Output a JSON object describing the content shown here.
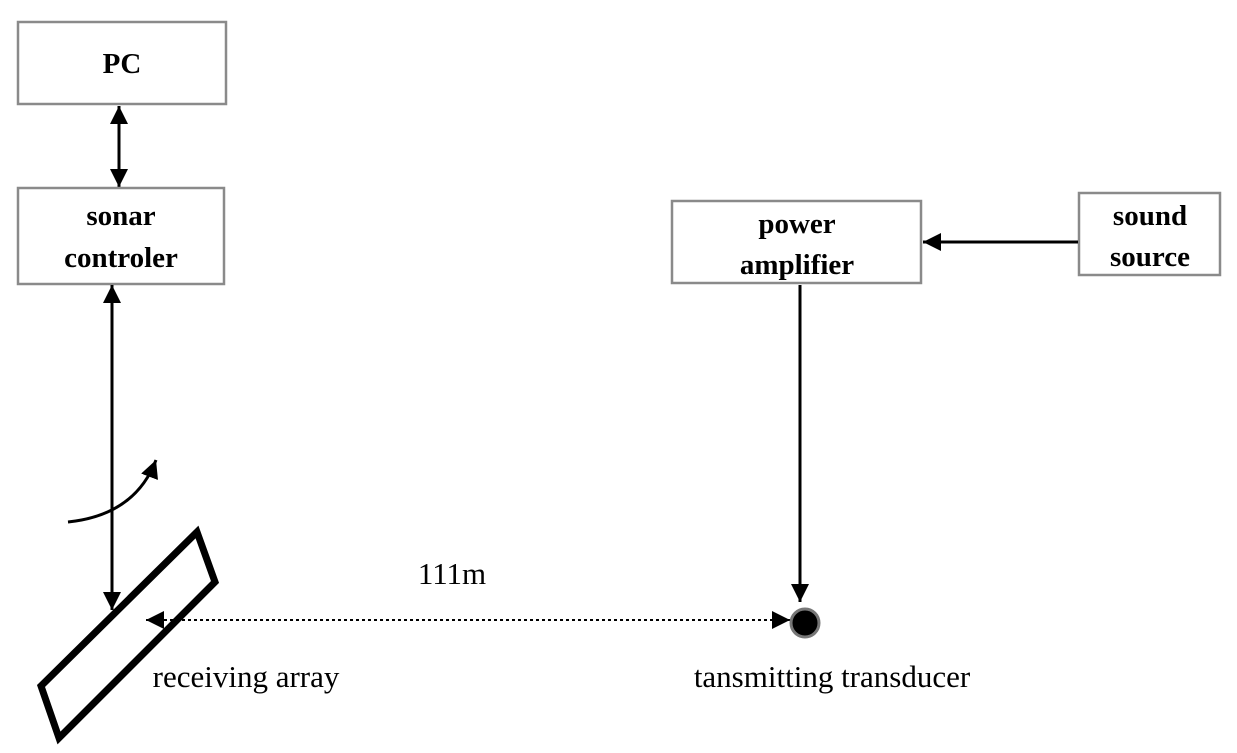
{
  "diagram": {
    "blocks": {
      "pc": {
        "label": "PC"
      },
      "sonar_controller": {
        "line1": "sonar",
        "line2": "controler"
      },
      "power_amplifier": {
        "line1": "power",
        "line2": "amplifier"
      },
      "sound_source": {
        "line1": "sound",
        "line2": "source"
      }
    },
    "labels": {
      "distance": "111m",
      "receiving_array": "receiving array",
      "transmitting_transducer": "tansmitting transducer"
    },
    "colors": {
      "line": "#000000",
      "box_border": "#8a8a8a",
      "transducer_fill": "#000000",
      "transducer_ring": "#777777"
    }
  }
}
